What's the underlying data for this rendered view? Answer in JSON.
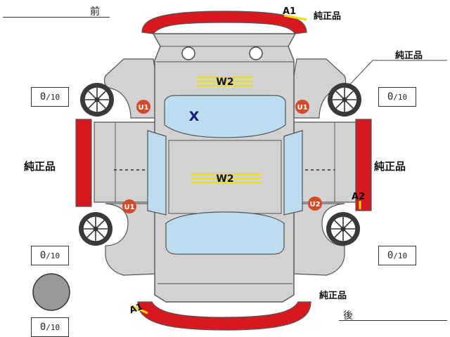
{
  "directions": {
    "front": "前",
    "rear": "後"
  },
  "labels": {
    "genuine_front": "純正品",
    "genuine_rear_right": "純正品",
    "genuine_left": "純正品",
    "genuine_right": "純正品",
    "genuine_rear": "純正品"
  },
  "tread": {
    "front_left": {
      "value": "0",
      "denom": "10"
    },
    "front_right": {
      "value": "0",
      "denom": "10"
    },
    "rear_left": {
      "value": "0",
      "denom": "10"
    },
    "rear_right": {
      "value": "0",
      "denom": "10"
    },
    "spare": {
      "value": "0",
      "denom": "10"
    }
  },
  "damage_marks": {
    "a1_front": "A1",
    "a1_rear": "A1",
    "a2_right": "A2",
    "u1_front_left": "U1",
    "u1_front_right": "U1",
    "u1_rear_left": "U1",
    "u2_rear_right": "U2",
    "w2_hood": "W2",
    "w2_roof": "W2",
    "x_windshield": "X"
  },
  "colors": {
    "body": "#d2d2d2",
    "outline": "#555555",
    "glass": "#bcdcf0",
    "damage_panel": "#d7191f",
    "badge": "#d24a2a",
    "w_mark": "#f0e000",
    "x_mark": "#1a1a7a"
  }
}
